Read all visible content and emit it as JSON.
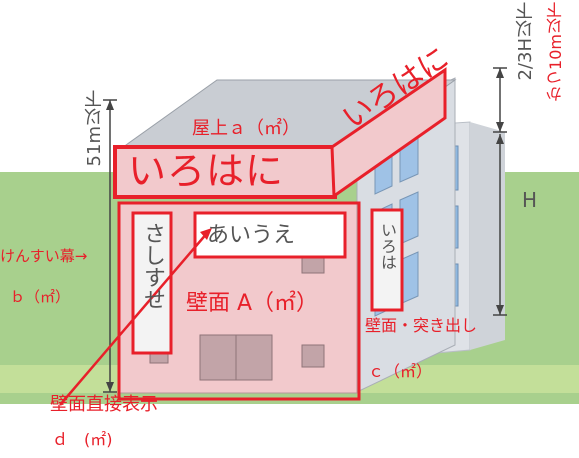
{
  "labels": {
    "rooftop": "屋上ａ（㎡）",
    "sign_roof_front": "いろはに",
    "sign_roof_side": "いろはに",
    "sign_wall": "あいうえ",
    "banner_text": "さしすせ",
    "projecting_sign": "いろは",
    "banner_label": "けんすい幕→",
    "banner_area": "ｂ（㎡）",
    "wall_area": "壁面 A（㎡）",
    "projecting_label": "壁面・突き出し",
    "projecting_area": "ｃ（㎡）",
    "direct_label": "壁面直接表示",
    "direct_area": "ｄ　(㎡)",
    "height_51": "51m以下",
    "height_23": "2/3H以下",
    "height_10": "かつ10m以下",
    "height_H": "H"
  },
  "colors": {
    "accent": "#e8202a",
    "ground": "#a8d08d",
    "wall_front": "#f2c9cc",
    "wall_side": "#d9dde3",
    "roof": "#c9cdd3",
    "window": "#8fb8e0"
  }
}
